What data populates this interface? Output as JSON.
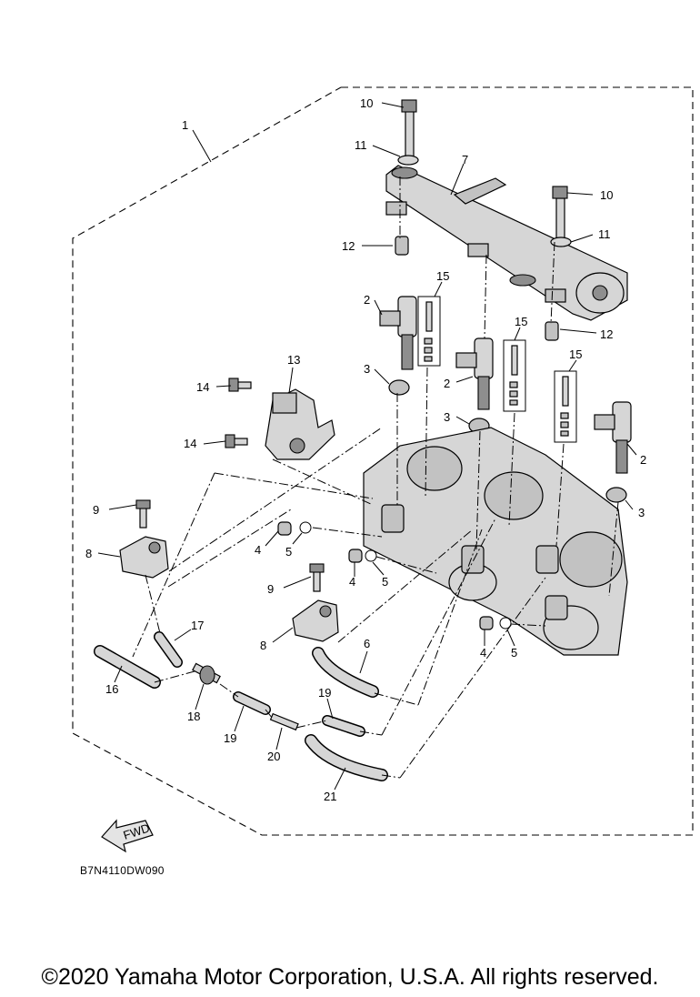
{
  "diagram": {
    "callouts": [
      {
        "id": "c1",
        "text": "1"
      },
      {
        "id": "c10a",
        "text": "10"
      },
      {
        "id": "c11a",
        "text": "11"
      },
      {
        "id": "c7",
        "text": "7"
      },
      {
        "id": "c10b",
        "text": "10"
      },
      {
        "id": "c12a",
        "text": "12"
      },
      {
        "id": "c11b",
        "text": "11"
      },
      {
        "id": "c15a",
        "text": "15"
      },
      {
        "id": "c2a",
        "text": "2"
      },
      {
        "id": "c15b",
        "text": "15"
      },
      {
        "id": "c12b",
        "text": "12"
      },
      {
        "id": "c13",
        "text": "13"
      },
      {
        "id": "c3a",
        "text": "3"
      },
      {
        "id": "c2b",
        "text": "2"
      },
      {
        "id": "c15c",
        "text": "15"
      },
      {
        "id": "c14a",
        "text": "14"
      },
      {
        "id": "c3b",
        "text": "3"
      },
      {
        "id": "c14b",
        "text": "14"
      },
      {
        "id": "c2c",
        "text": "2"
      },
      {
        "id": "c9a",
        "text": "9"
      },
      {
        "id": "c3c",
        "text": "3"
      },
      {
        "id": "c4a",
        "text": "4"
      },
      {
        "id": "c5a",
        "text": "5"
      },
      {
        "id": "c8a",
        "text": "8"
      },
      {
        "id": "c4b",
        "text": "4"
      },
      {
        "id": "c5b",
        "text": "5"
      },
      {
        "id": "c9b",
        "text": "9"
      },
      {
        "id": "c17",
        "text": "17"
      },
      {
        "id": "c8b",
        "text": "8"
      },
      {
        "id": "c6",
        "text": "6"
      },
      {
        "id": "c4c",
        "text": "4"
      },
      {
        "id": "c5c",
        "text": "5"
      },
      {
        "id": "c16",
        "text": "16"
      },
      {
        "id": "c18",
        "text": "18"
      },
      {
        "id": "c19a",
        "text": "19"
      },
      {
        "id": "c19b",
        "text": "19"
      },
      {
        "id": "c20",
        "text": "20"
      },
      {
        "id": "c21",
        "text": "21"
      }
    ],
    "fwd_label": "FWD",
    "diagram_code": "B7N4110DW090"
  },
  "footer": {
    "copyright": "©2020 Yamaha Motor Corporation, U.S.A. All rights reserved."
  },
  "colors": {
    "part_fill": "#d6d6d6",
    "line": "#000000",
    "background": "#ffffff"
  }
}
